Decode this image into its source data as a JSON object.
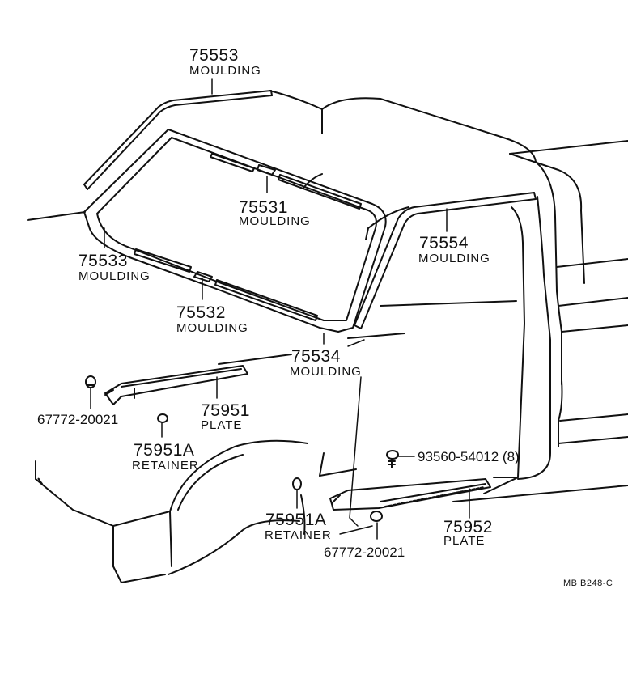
{
  "colors": {
    "ink": "#111111",
    "paper": "#ffffff"
  },
  "parts": {
    "p75553": {
      "number": "75553",
      "name": "MOULDING"
    },
    "p75531": {
      "number": "75531",
      "name": "MOULDING"
    },
    "p75533": {
      "number": "75533",
      "name": "MOULDING"
    },
    "p75532": {
      "number": "75532",
      "name": "MOULDING"
    },
    "p75554": {
      "number": "75554",
      "name": "MOULDING"
    },
    "p75534": {
      "number": "75534",
      "name": "MOULDING"
    },
    "p75951": {
      "number": "75951",
      "name": "PLATE"
    },
    "p75951a_front": {
      "number": "75951A",
      "name": "RETAINER"
    },
    "p75951a_rear": {
      "number": "75951A",
      "name": "RETAINER"
    },
    "p75952": {
      "number": "75952",
      "name": "PLATE"
    },
    "p67772_front": {
      "number": "67772-20021"
    },
    "p67772_rear": {
      "number": "67772-20021"
    },
    "p93560": {
      "number": "93560-54012 (8)"
    }
  },
  "reference": "MB  B248-C"
}
